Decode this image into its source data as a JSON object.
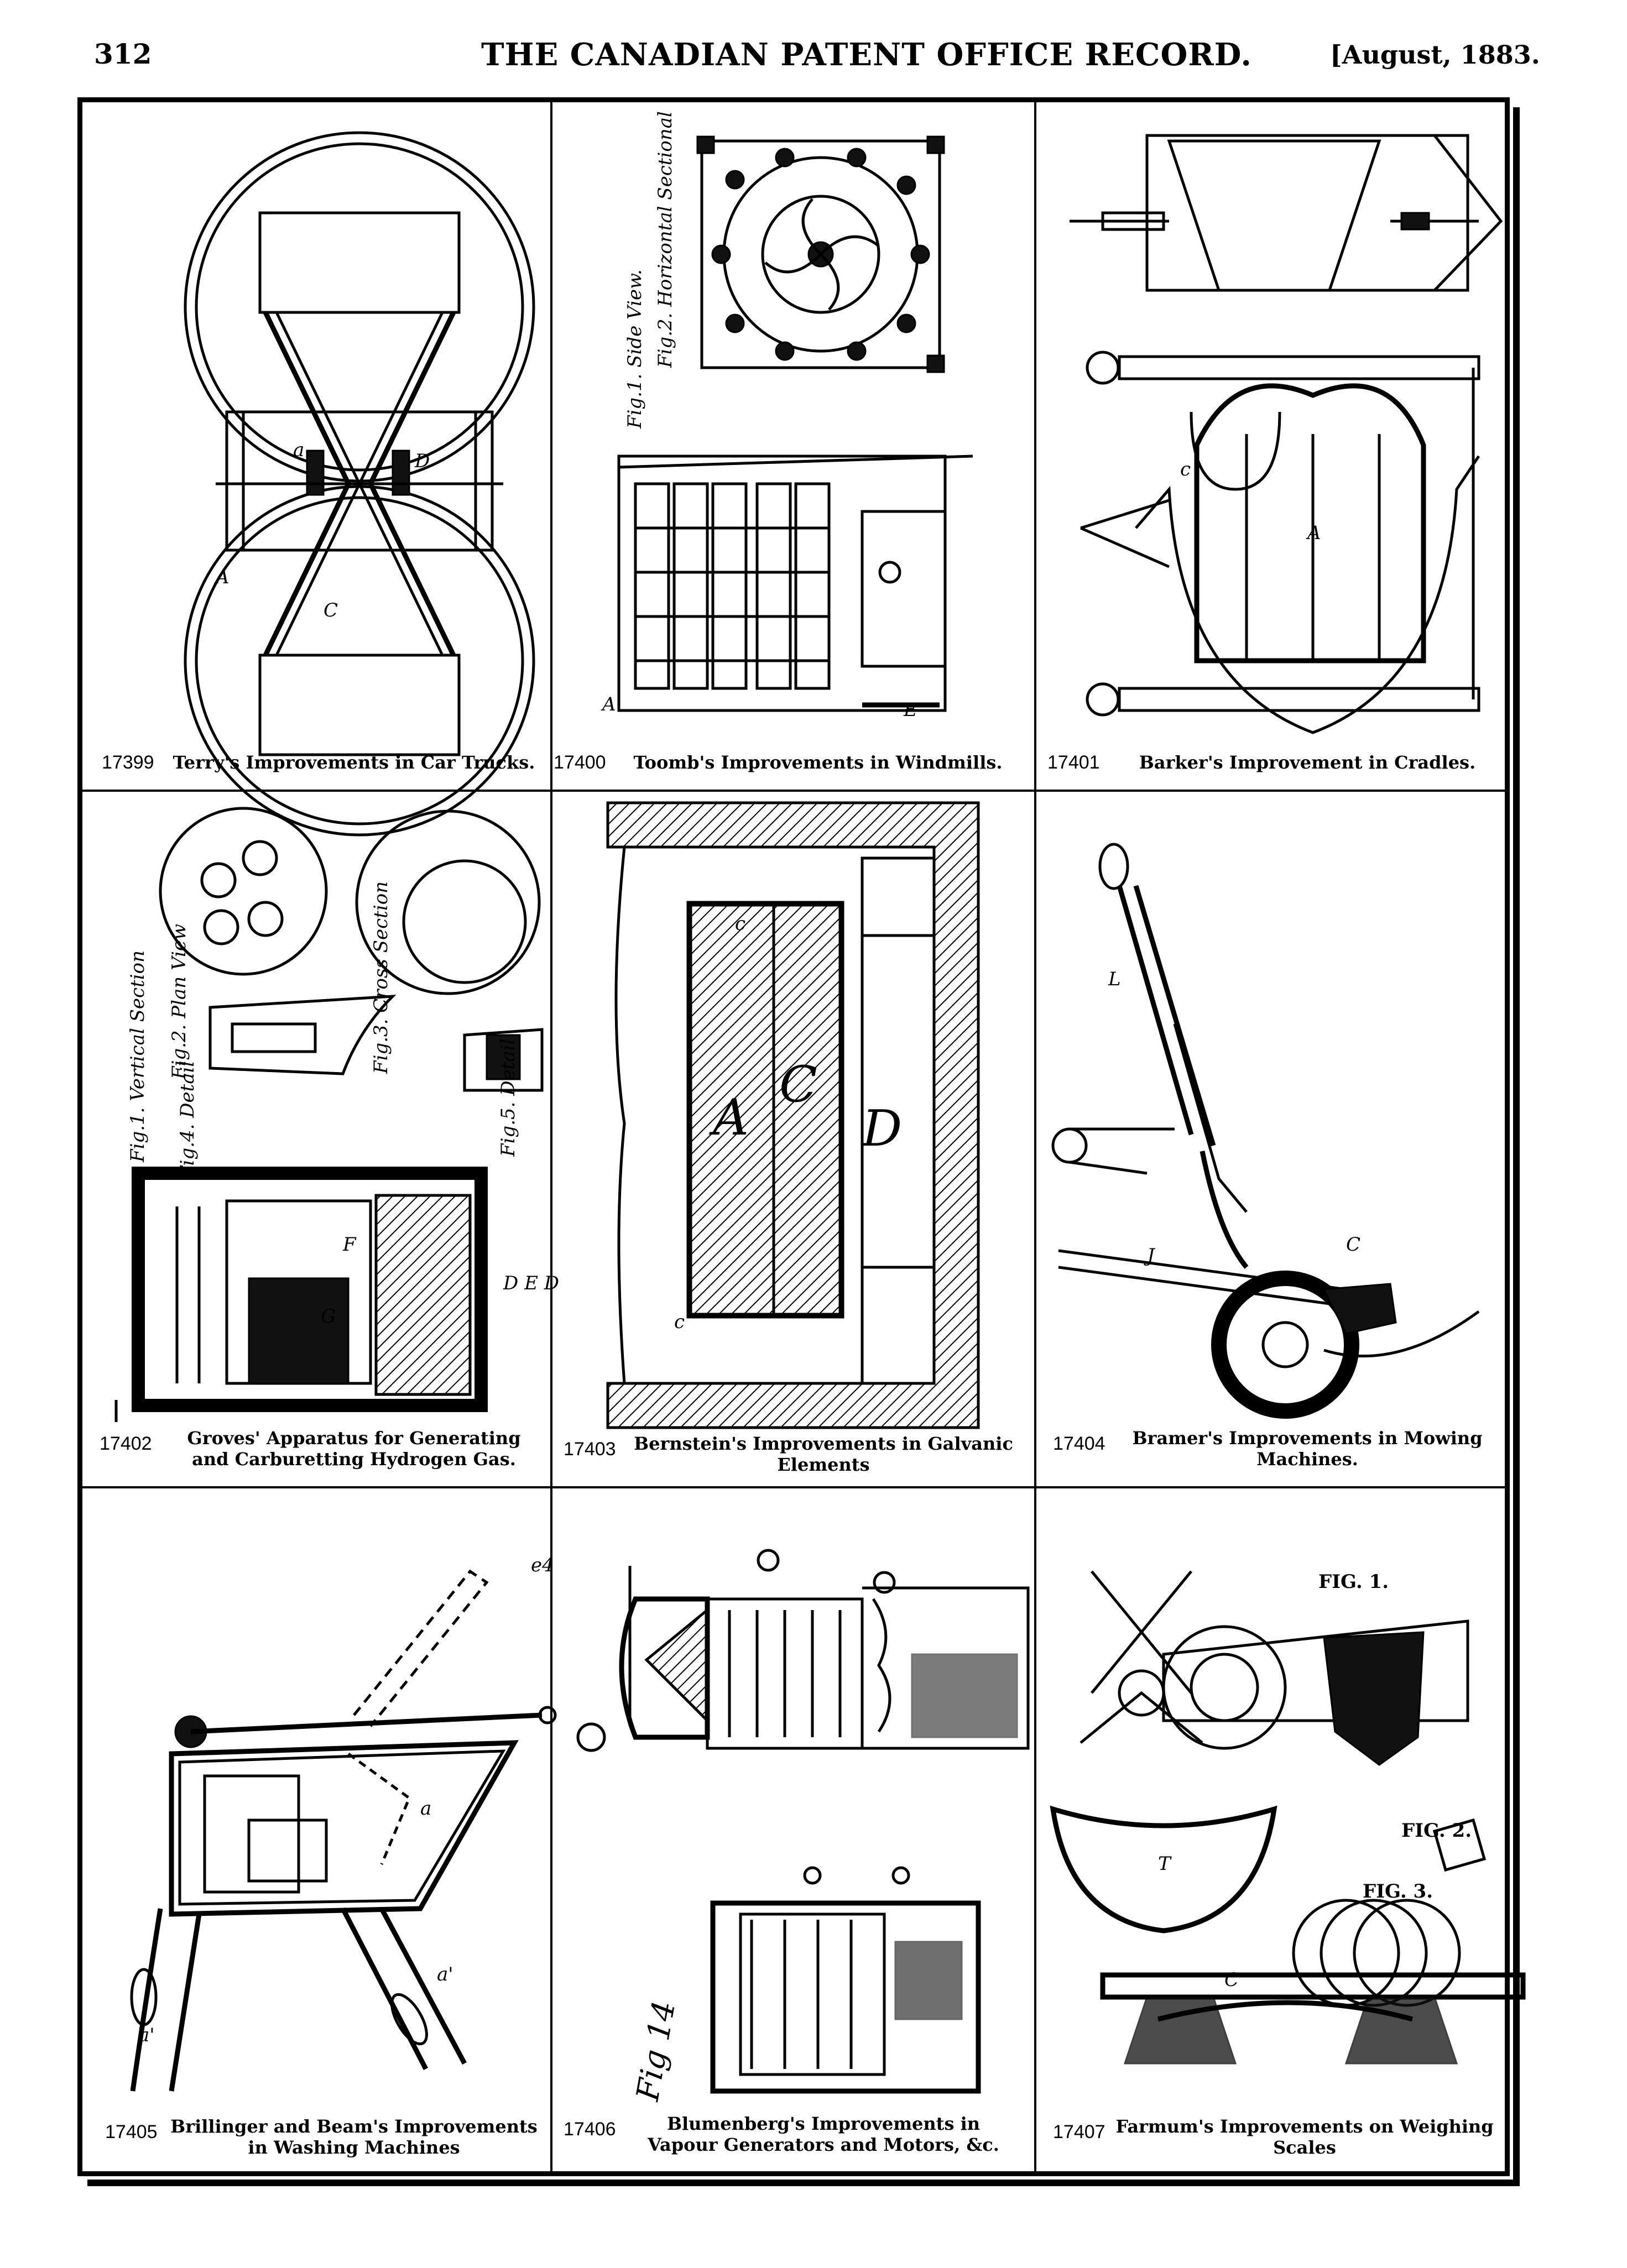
{
  "header": {
    "page_number": "312",
    "title": "THE CANADIAN PATENT OFFICE RECORD.",
    "date": "[August, 1883."
  },
  "plates": [
    {
      "number": "17399",
      "caption": "Terry's Improvements in Car Trucks."
    },
    {
      "number": "17400",
      "caption": "Toomb's Improvements in Windmills."
    },
    {
      "number": "17401",
      "caption": "Barker's Improvement in Cradles."
    },
    {
      "number": "17402",
      "caption": "Groves' Apparatus for Generating and Carburetting Hydrogen Gas."
    },
    {
      "number": "17403",
      "caption": "Bernstein's Improvements in Galvanic Elements"
    },
    {
      "number": "17404",
      "caption": "Bramer's Improvements in Mowing Machines."
    },
    {
      "number": "17405",
      "caption": "Brillinger and Beam's Improvements in Washing Machines"
    },
    {
      "number": "17406",
      "caption": "Blumenberg's Improvements in Vapour Generators and Motors, &c."
    },
    {
      "number": "17407",
      "caption": "Farmum's Improvements on Weighing Scales"
    }
  ],
  "figure_labels": {
    "windmill_fig1": "Fig.1. Side View.",
    "windmill_fig2": "Fig.2. Horizontal Sectional",
    "gas_fig1": "Fig.1. Vertical Section",
    "gas_fig2": "Fig.2. Plan View",
    "gas_fig3": "Fig.3. Cross Section",
    "gas_fig4": "Fig.4. Detail",
    "gas_fig5": "Fig.5. Detail",
    "galvanic_A": "A",
    "galvanic_C": "C",
    "galvanic_D": "D",
    "vapour_fig": "Fig 14",
    "scale_fig1": "FIG. 1.",
    "scale_fig2": "FIG. 2.",
    "scale_fig3": "FIG. 3."
  }
}
